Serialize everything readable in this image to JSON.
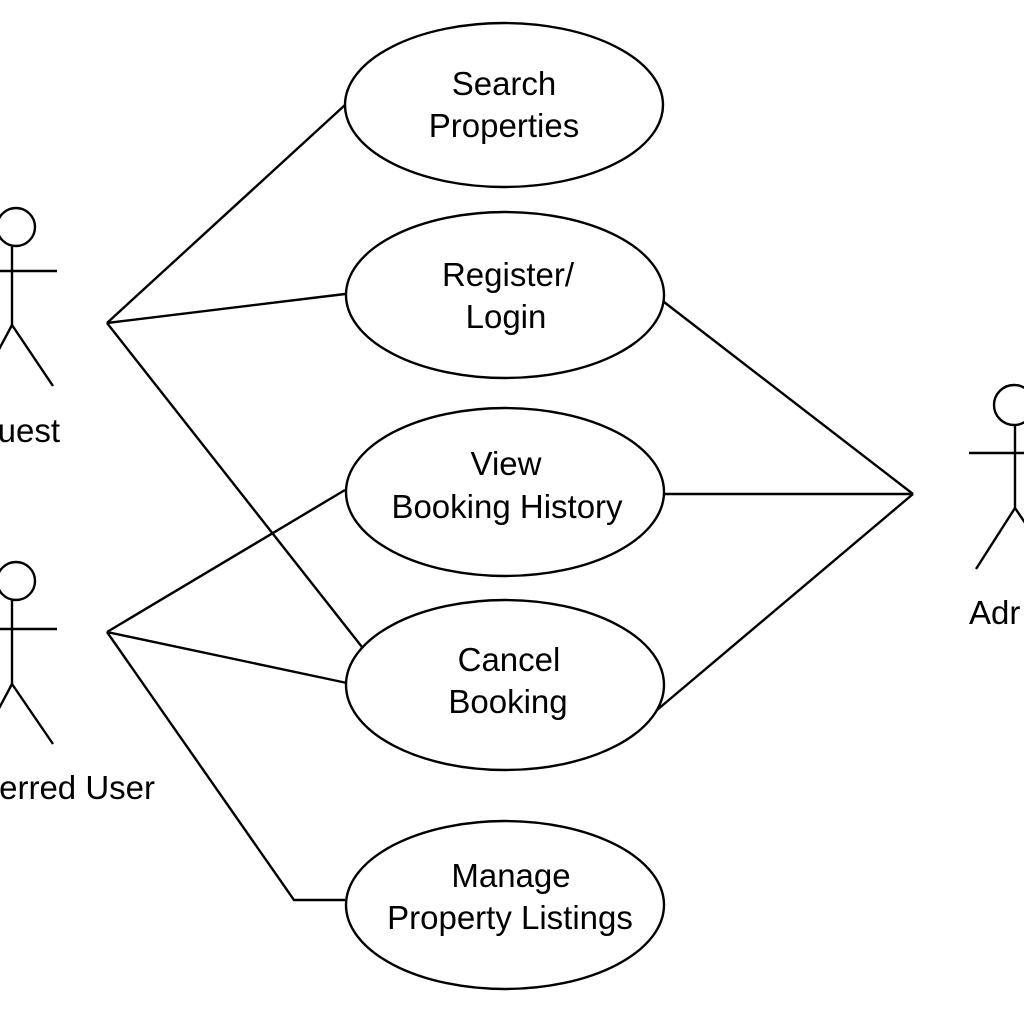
{
  "actors": [
    {
      "id": "guest",
      "label": "uest"
    },
    {
      "id": "registered",
      "label": "erred User"
    },
    {
      "id": "admin",
      "label": "Adr"
    }
  ],
  "use_cases": [
    {
      "id": "search",
      "lines": [
        "Search",
        "Properties"
      ]
    },
    {
      "id": "register",
      "lines": [
        "Register/",
        "Login"
      ]
    },
    {
      "id": "history",
      "lines": [
        "View",
        "Booking History"
      ]
    },
    {
      "id": "cancel",
      "lines": [
        "Cancel",
        "Booking"
      ]
    },
    {
      "id": "manage",
      "lines": [
        "Manage",
        "Property Listings"
      ]
    }
  ],
  "associations": [
    {
      "from": "guest",
      "to": "search"
    },
    {
      "from": "guest",
      "to": "register"
    },
    {
      "from": "guest",
      "to": "cancel"
    },
    {
      "from": "registered",
      "to": "history"
    },
    {
      "from": "registered",
      "to": "cancel"
    },
    {
      "from": "registered",
      "to": "manage"
    },
    {
      "from": "admin",
      "to": "register"
    },
    {
      "from": "admin",
      "to": "history"
    },
    {
      "from": "admin",
      "to": "cancel"
    }
  ],
  "colors": {
    "stroke": "#000000",
    "background": "#ffffff"
  }
}
